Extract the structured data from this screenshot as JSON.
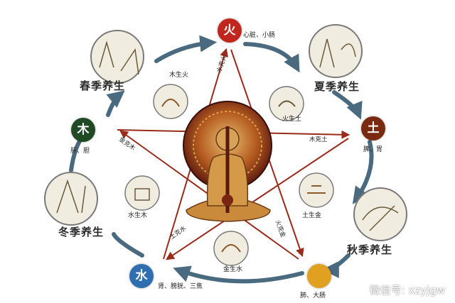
{
  "elements": {
    "fire": {
      "char": "火",
      "organs": "心脏、小肠",
      "color": "#c0261e"
    },
    "earth": {
      "char": "土",
      "organs": "脾、胃",
      "color": "#7a2a10"
    },
    "metal": {
      "char": "",
      "organs": "肺、大肠",
      "color": "#e0a020"
    },
    "water": {
      "char": "水",
      "organs": "肾、膀胱、三焦",
      "color": "#2f6fb0"
    },
    "wood": {
      "char": "木",
      "organs": "肝、胆",
      "color": "#1f4a24"
    }
  },
  "seasons": {
    "spring": "春季养生",
    "summer": "夏季养生",
    "autumn": "秋季养生",
    "winter": "冬季养生"
  },
  "generating": {
    "wood_fire": "木生火",
    "fire_earth": "火生土",
    "earth_metal": "土生金",
    "metal_water": "金生水",
    "water_wood": "水生木"
  },
  "controlling": {
    "water_fire": "水克火",
    "wood_earth": "木克土",
    "fire_metal": "火克金",
    "earth_water": "土克水",
    "metal_wood": "金克木"
  },
  "watermark": "微信号: xzyjgw",
  "colors": {
    "cycle_arrow": "#4a6a80",
    "star_arrow": "#9a2a1a",
    "figure": "#c98a3c",
    "halo": "#6a1e12"
  }
}
